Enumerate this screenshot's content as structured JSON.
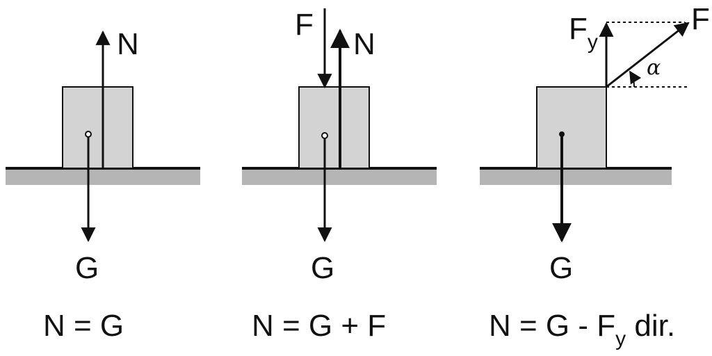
{
  "colors": {
    "block_fill": "#d3d3d3",
    "ground_fill": "#b5b5b5",
    "line": "#111111"
  },
  "icons": {
    "arrowhead": "triangle-arrowhead-icon"
  },
  "panel1": {
    "label_n": "N",
    "label_g": "G",
    "equation": "N = G"
  },
  "panel2": {
    "label_f": "F",
    "label_n": "N",
    "label_g": "G",
    "equation": "N = G + F"
  },
  "panel3": {
    "label_fy_main": "F",
    "label_fy_sub": "y",
    "label_f": "F",
    "label_alpha": "α",
    "label_g": "G",
    "equation_main": "N = G - F",
    "equation_sub": "y",
    "equation_tail": " dir."
  }
}
